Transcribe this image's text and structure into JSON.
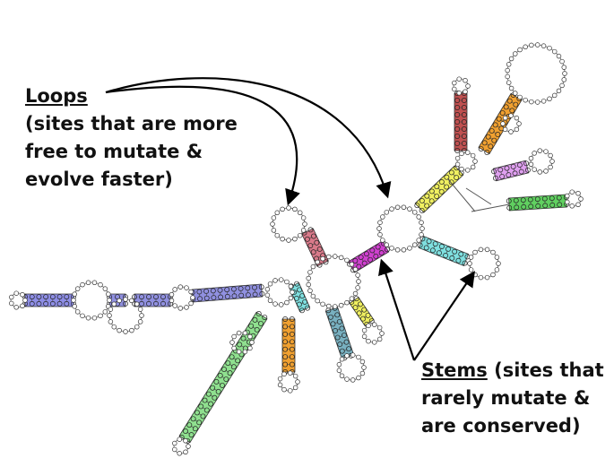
{
  "loops_label": {
    "title": "Loops",
    "line1": "(sites that are more",
    "line2": "free to mutate &",
    "line3": "evolve faster)"
  },
  "stems_label": {
    "title": "Stems",
    "line1_rest": " (sites that",
    "line2": "rarely mutate &",
    "line3": "are conserved)"
  },
  "colors": {
    "purple_stem": "#8e8ee6",
    "blue_stem": "#9090e0",
    "green_stem": "#8fe08f",
    "orange_stem": "#f0a030",
    "cyan_stem": "#7fe0e0",
    "teal_stem": "#78b0c0",
    "yellow_stem": "#f0f060",
    "magenta_stem": "#d040d0",
    "rose_stem": "#d97a8a",
    "red_stem": "#c05050",
    "lavender_stem": "#e0a0f0",
    "lightgreen_stem": "#60d060",
    "arrow": "#000000",
    "backbone": "#555555"
  }
}
